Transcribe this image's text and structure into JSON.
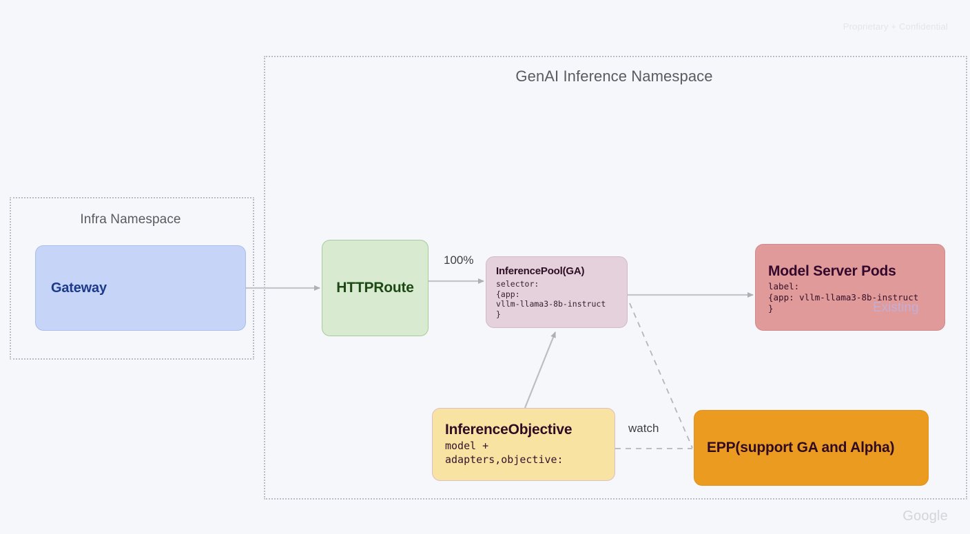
{
  "page": {
    "watermark_top": "Proprietary + Confidential",
    "watermark_bottom": "Google",
    "background_color": "#f6f7fa"
  },
  "namespaces": {
    "genai": {
      "title": "GenAI Inference Namespace",
      "border_style": "dotted",
      "border_color": "#b9bcc6"
    },
    "infra": {
      "title": "Infra Namespace",
      "border_style": "dotted",
      "border_color": "#b9bcc6"
    }
  },
  "nodes": {
    "gateway": {
      "title": "Gateway",
      "fill": "#c5d4f7",
      "text_color": "#1d3a8a"
    },
    "httproute": {
      "title": "HTTPRoute",
      "fill": "#d8ead0",
      "text_color": "#1d4a14"
    },
    "inference_pool": {
      "title": "InferencePool(GA)",
      "body": "selector:\n{app:\nvllm-llama3-8b-instruct\n}",
      "fill": "#e4d1dc",
      "text_color": "#2c0d22"
    },
    "model_server_pods": {
      "title": "Model Server Pods",
      "body": "label:\n{app: vllm-llama3-8b-instruct\n}",
      "badge": "Existing",
      "badge_color": "#c2aed6",
      "fill": "#e09a9a",
      "text_color": "#33082b"
    },
    "inference_objective": {
      "title": "InferenceObjective",
      "body": "model +\nadapters,objective:",
      "fill": "#f8e3a3",
      "text_color": "#2e0d24"
    },
    "epp": {
      "title": "EPP(support GA and Alpha)",
      "fill": "#eb9b20",
      "text_color": "#2f0b26"
    }
  },
  "edges": {
    "gateway_to_httproute": {
      "label": "",
      "style": "solid"
    },
    "httproute_to_pool": {
      "label": "100%",
      "style": "solid"
    },
    "pool_to_pods": {
      "label": "",
      "style": "solid"
    },
    "objective_to_pool": {
      "label": "",
      "style": "solid"
    },
    "objective_to_epp": {
      "label": "watch",
      "style": "dashed"
    },
    "pool_to_epp": {
      "label": "",
      "style": "dashed"
    }
  }
}
